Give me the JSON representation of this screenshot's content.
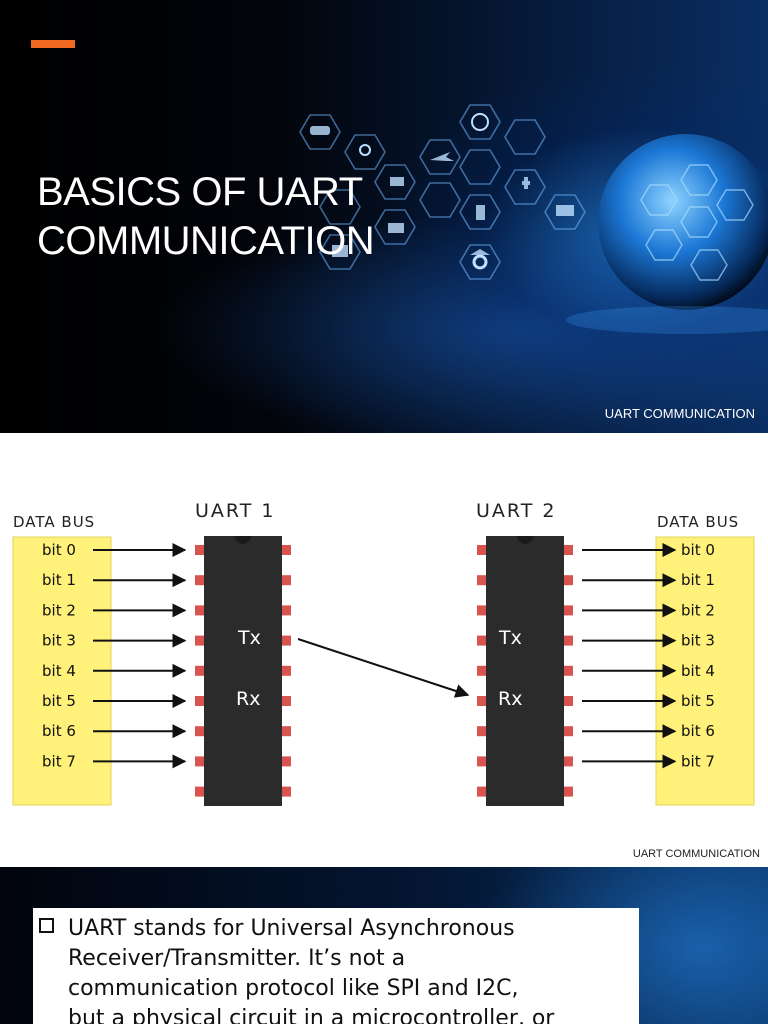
{
  "slide1": {
    "title_line1": "BASICS OF UART",
    "title_line2": "COMMUNICATION",
    "footer": "UART COMMUNICATION",
    "accent_color": "#f26a21",
    "background_icons": [
      "car-icon",
      "search-icon",
      "globe-icon",
      "airplane-icon",
      "shopping-cart-icon",
      "phone-icon",
      "medical-icon",
      "pencil-icon",
      "camera-icon",
      "gear-icon",
      "bank-icon",
      "laptop-icon",
      "store-icon"
    ]
  },
  "slide2": {
    "left_bus_label": "DATA BUS",
    "right_bus_label": "DATA BUS",
    "uart1_label": "UART 1",
    "uart2_label": "UART 2",
    "tx_label": "Tx",
    "rx_label": "Rx",
    "bits": [
      "bit 0",
      "bit 1",
      "bit 2",
      "bit 3",
      "bit 4",
      "bit 5",
      "bit 6",
      "bit 7"
    ],
    "footer": "UART COMMUNICATION",
    "bus_color": "#fff17a",
    "chip_color": "#2b2b2b",
    "pin_color": "#d9534f"
  },
  "slide3": {
    "bullet_lines": [
      "UART stands for Universal Asynchronous",
      "Receiver/Transmitter. It’s not a",
      "communication protocol like SPI and I2C,",
      "but a physical circuit in a microcontroller, or"
    ]
  }
}
